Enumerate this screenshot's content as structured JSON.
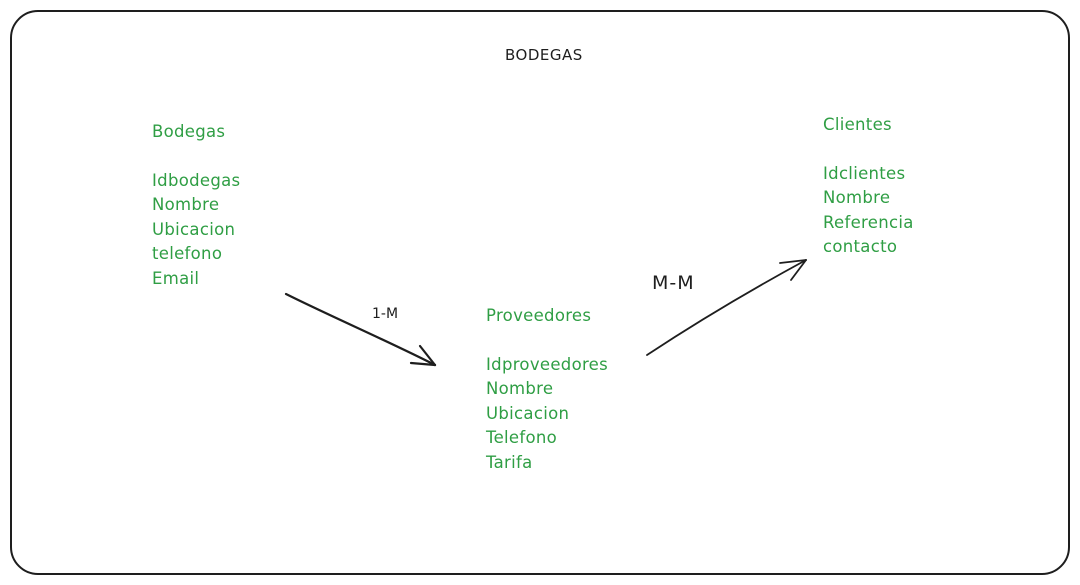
{
  "title": "BODEGAS",
  "entities": {
    "bodegas": {
      "name": "Bodegas",
      "fields": [
        "Idbodegas",
        "Nombre",
        "Ubicacion",
        "telefono",
        "Email"
      ]
    },
    "clientes": {
      "name": "Clientes",
      "fields": [
        "Idclientes",
        "Nombre",
        "Referencia",
        "contacto"
      ]
    },
    "proveedores": {
      "name": "Proveedores",
      "fields": [
        "Idproveedores",
        "Nombre",
        "Ubicacion",
        "Telefono",
        "Tarifa"
      ]
    }
  },
  "relations": {
    "bodegas_proveedores": "1-M",
    "proveedores_clientes": "M-M"
  },
  "colors": {
    "entity_text": "#2f9e44",
    "stroke": "#1e1e1e"
  }
}
